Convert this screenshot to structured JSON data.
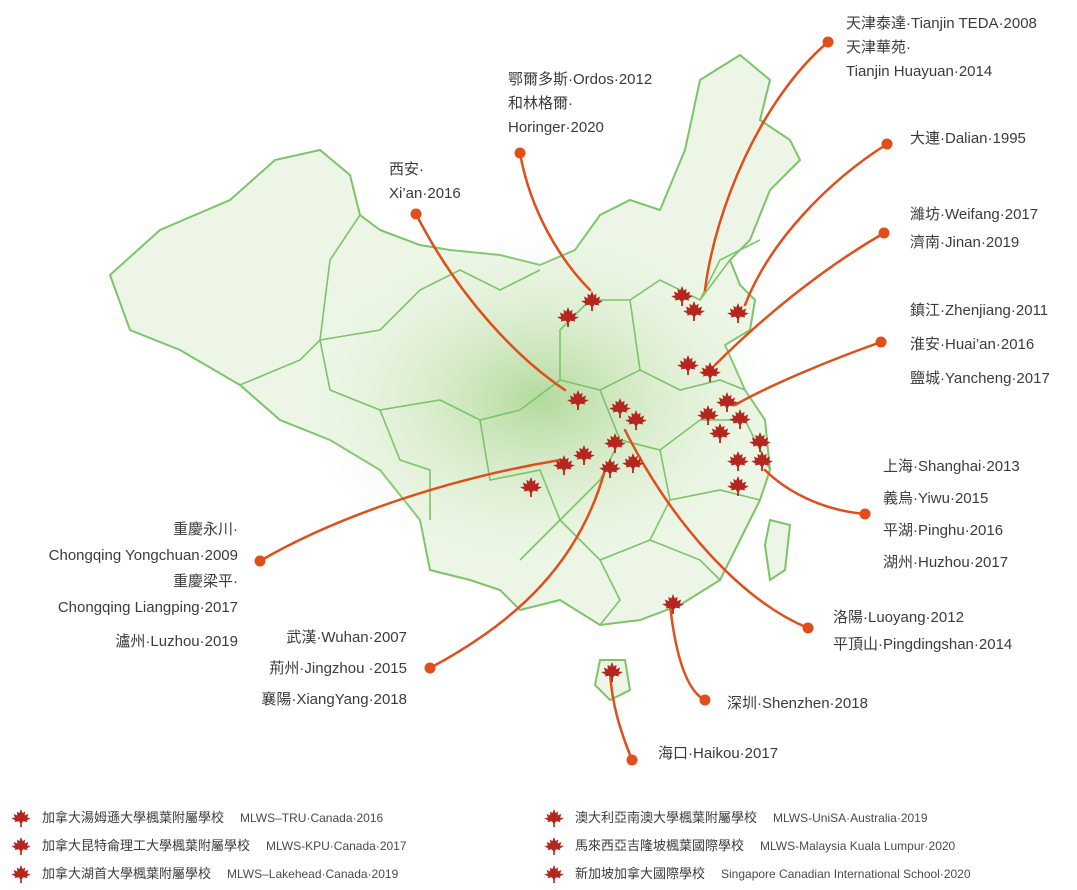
{
  "colors": {
    "route_line": "#e04e1a",
    "leaf": "#b5261f",
    "province_border": "#7cc46a",
    "map_fill": "#cfe6c2"
  },
  "map": {
    "labels": [
      {
        "id": "tianjin",
        "lines": [
          "天津泰達·Tianjin TEDA·2008",
          "天津華苑·",
          "Tianjin Huayuan·2014"
        ]
      },
      {
        "id": "ordos",
        "lines": [
          "鄂爾多斯·Ordos·2012",
          "和林格爾·",
          "Horinger·2020"
        ]
      },
      {
        "id": "xian",
        "lines": [
          "西安·",
          "Xi’an·2016"
        ]
      },
      {
        "id": "dalian",
        "lines": [
          "大連·Dalian·1995"
        ]
      },
      {
        "id": "weifang",
        "lines": [
          "濰坊·Weifang·2017",
          "濟南·Jinan·2019"
        ]
      },
      {
        "id": "jiangsu",
        "lines": [
          "鎮江·Zhenjiang·2011",
          "淮安·Huai’an·2016",
          "鹽城·Yancheng·2017"
        ]
      },
      {
        "id": "shanghai",
        "lines": [
          "上海·Shanghai·2013",
          "義烏·Yiwu·2015",
          "平湖·Pinghu·2016",
          "湖州·Huzhou·2017"
        ]
      },
      {
        "id": "chongqing",
        "lines": [
          "重慶永川·",
          "Chongqing Yongchuan·2009",
          "重慶梁平·",
          "Chongqing Liangping·2017",
          "瀘州·Luzhou·2019"
        ]
      },
      {
        "id": "wuhan",
        "lines": [
          "武漢·Wuhan·2007",
          "荊州·Jingzhou ·2015",
          "襄陽·XiangYang·2018"
        ]
      },
      {
        "id": "luoyang",
        "lines": [
          "洛陽·Luoyang·2012",
          "平頂山·Pingdingshan·2014"
        ]
      },
      {
        "id": "shenzhen",
        "lines": [
          "深圳·Shenzhen·2018"
        ]
      },
      {
        "id": "haikou",
        "lines": [
          "海口·Haikou·2017"
        ]
      }
    ]
  },
  "legend": {
    "left": [
      {
        "zh": "加拿大湯姆遜大學楓葉附屬學校",
        "en": "MLWS–TRU·Canada·2016"
      },
      {
        "zh": "加拿大昆特侖理工大學楓葉附屬學校",
        "en": "MLWS-KPU·Canada·2017"
      },
      {
        "zh": "加拿大湖首大學楓葉附屬學校",
        "en": "MLWS–Lakehead·Canada·2019"
      }
    ],
    "right": [
      {
        "zh": "澳大利亞南澳大學楓葉附屬學校",
        "en": "MLWS-UniSA·Australia·2019"
      },
      {
        "zh": "馬來西亞吉隆坡楓葉國際學校",
        "en": "MLWS-Malaysia Kuala Lumpur·2020"
      },
      {
        "zh": "新加坡加拿大國際學校",
        "en": "Singapore Canadian International School·2020"
      }
    ]
  }
}
